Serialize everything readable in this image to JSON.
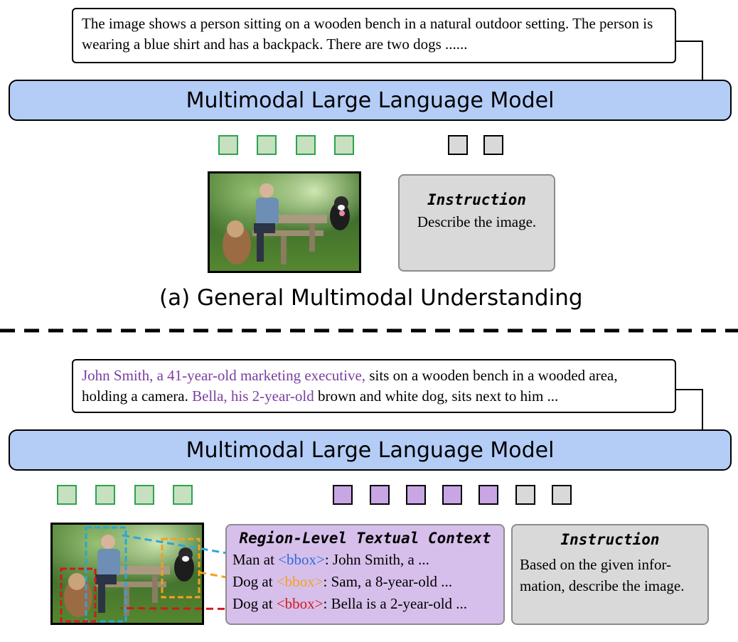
{
  "top": {
    "caption": "The image shows a person sitting on a wooden bench in a natural outdoor setting. The person is wearing a blue shirt and has a backpack. There are two dogs ......",
    "model_label": "Multimodal Large Language Model",
    "instruction_title": "Instruction",
    "instruction_text": "Describe the image.",
    "section_title": "(a) General Multimodal Understanding"
  },
  "bottom": {
    "caption_parts": [
      {
        "text": "John Smith, a 41-year-old marketing executive,",
        "style": "highlight"
      },
      {
        "text": " sits on a wooden bench in a wooded area, holding a camera. ",
        "style": "plain"
      },
      {
        "text": "Bella, his 2-year-old",
        "style": "highlight"
      },
      {
        "text": " brown and white dog, sits next to him ...",
        "style": "plain"
      }
    ],
    "model_label": "Multimodal Large Language Model",
    "region_title": "Region-Level Textual Context",
    "region_lines": [
      {
        "prefix": "Man at ",
        "bbox": "<bbox>",
        "suffix": ": John Smith, a ...",
        "color": "#2d6bd8"
      },
      {
        "prefix": "Dog at ",
        "bbox": "<bbox>",
        "suffix": ": Sam, a 8-year-old ...",
        "color": "#f4a020"
      },
      {
        "prefix": "Dog at ",
        "bbox": "<bbox>",
        "suffix": ": Bella is a 2-year-old ...",
        "color": "#d11a1a"
      }
    ],
    "instruction_title": "Instruction",
    "instruction_line1": "Based on the given infor-",
    "instruction_line2": "mation, describe the image."
  },
  "colors": {
    "model_bar": "#b4cdf7",
    "image_token": "#c6e0c0",
    "text_token": "#d9d9d9",
    "region_token": "#c8a6e4",
    "highlight_text": "#7a3fa0"
  },
  "icons": {
    "top_photo": "photo-man-bench-two-dogs",
    "bottom_photo": "photo-man-bench-two-dogs-with-boxes"
  }
}
